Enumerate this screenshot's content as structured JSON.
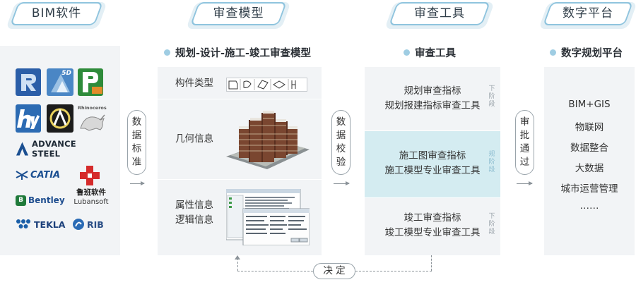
{
  "headers": {
    "bim_software": "BIM软件",
    "review_model": "审查模型",
    "review_tools": "审查工具",
    "digital_platform": "数字平台"
  },
  "subheaders": {
    "review_model": "规划-设计-施工-竣工审查模型",
    "review_tools": "审查工具",
    "digital_platform": "数字规划平台"
  },
  "software_logos": {
    "fivej_label": "5D",
    "rhino_label": "Rhinoceros",
    "advance_steel": "ADVANCE STEEL",
    "catia": "CATIA",
    "luban_cn": "鲁班软件",
    "luban_en": "Lubansoft",
    "bentley": "Bentley",
    "tekla": "TEKLA",
    "rib": "RIB"
  },
  "connectors": {
    "data_standard": [
      "数",
      "据",
      "标",
      "准"
    ],
    "data_check": [
      "数",
      "据",
      "校",
      "验"
    ],
    "approval": [
      "审",
      "批",
      "通",
      "过"
    ],
    "decision": "决 定"
  },
  "review_model": {
    "component_type": "构件类型",
    "geometry_info": "几何信息",
    "attribute_info": "属性信息",
    "logic_info": "逻辑信息"
  },
  "review_tools": [
    {
      "line1": "规划审查指标",
      "line2": "规划报建指标审查工具",
      "stage": [
        "下",
        "阶",
        "段"
      ]
    },
    {
      "line1": "施工图审查指标",
      "line2": "施工模型专业审查工具",
      "stage": [
        "规",
        "阶",
        "段"
      ]
    },
    {
      "line1": "竣工审查指标",
      "line2": "竣工模型专业审查工具",
      "stage": [
        "下",
        "阶",
        "段"
      ]
    }
  ],
  "platform_items": [
    "BIM+GIS",
    "物联网",
    "数据整合",
    "大数据",
    "城市运营管理",
    "……"
  ],
  "colors": {
    "tab_border": "#8fc4de",
    "tab_shadow": "#e3eff5",
    "panel_bg": "#f2f4f6",
    "highlight_bg": "#d4ecf1",
    "dot": "#9fcde3"
  }
}
